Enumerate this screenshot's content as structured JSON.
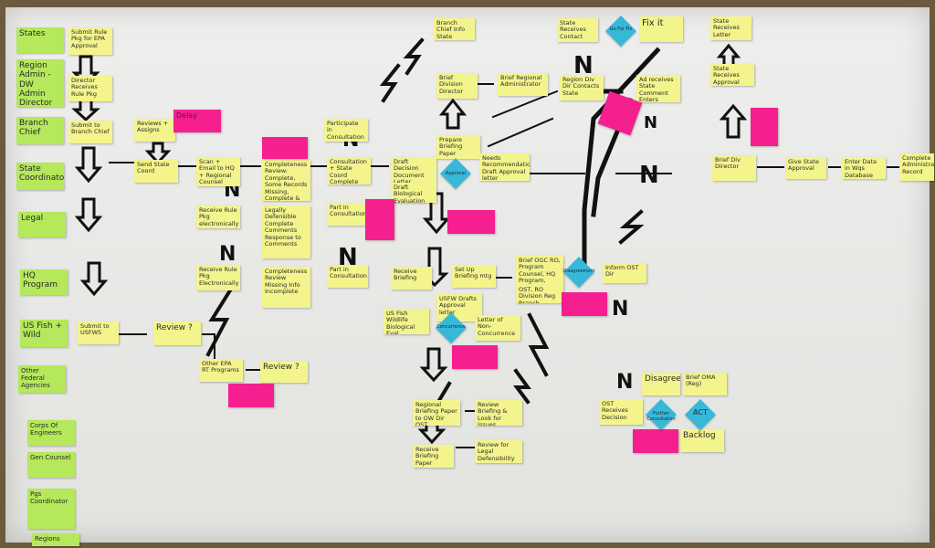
{
  "swimlanes": [
    "States",
    "Region Admin - DW Admin Director",
    "Branch Chief",
    "State Coordinator",
    "Legal",
    "HQ Program",
    "US Fish + Wild",
    "Other Federal Agencies",
    "Corps Of Engineers",
    "Gen Counsel",
    "Pgs Coordinator",
    "Regions"
  ],
  "process_notes": {
    "submit_rule": "Submit Rule Pkg for EPA Approval",
    "director_receives": "Director Receives Rule Pkg",
    "submit_branch_chief": "Submit to Branch Chief",
    "reviews_assigns": "Reviews + Assigns",
    "send_state_coord": "Send State Coord",
    "scan_email": "Scan + Email to HQ + Regional Counsel",
    "completeness_review": "Completeness Review: Complete, Some Records Missing, Complete & Ready for CA",
    "receive_rule_pkg": "Receive Rule Pkg electronically",
    "legally_defensible": "Legally Defensible Complete Comments Response to Comments",
    "receive_rule_electr": "Receive Rule Pkg Electronically",
    "completeness_review_2": "Completeness Review Missing Info Incomplete",
    "participate_consult": "Participate in Consultation",
    "consult_state": "Consultation + State Coord Complete Review",
    "part_consult": "Part in Consultation",
    "part_consult_2": "Part in Consultation",
    "draft_decision": "Draft Decision Document Letter",
    "draft_bio": "Draft Biological Evaluation",
    "branch_chief_info": "Branch Chief Info State",
    "brief_division": "Brief Division Director",
    "brief_regional": "Brief Regional Administrator",
    "prepare_briefing": "Prepare Briefing Paper",
    "approval_letter": "Needs Recommendation Draft Approval letter",
    "receive_briefing": "Receive Briefing",
    "set_up_briefing": "Set Up Briefing mtg",
    "usfw_bio_eval": "US Fish Wildlife Biological Eval",
    "usfw_approve": "USFW Drafts Approval letter",
    "letter_concurrence": "Letter of Non-Concurrence",
    "brief_ogc": "Brief OGC RO, Program Counsel, HQ Program, Stakeholders",
    "ost_decides": "OST, RO Division Reg Branch",
    "inform_ost": "Inform OST Dir",
    "state_receives": "State Receives Contact",
    "region_contacts": "Region Div Dir Contacts State",
    "fix_it": "Fix it",
    "ad_receives": "Ad receives State Comment Enters Record",
    "state_receives_letter": "State Receives Letter",
    "state_signs": "State Receives Approval letter",
    "brief_director": "Brief Div Director",
    "give_state": "Give State Approval",
    "enter_data": "Enter Data in Wqs Database",
    "complete_admin": "Complete Administrative Record",
    "submit_usfws": "Submit to USFWS",
    "review_q": "Review ?",
    "other_epa": "Other EPA RT Programs",
    "review_q2": "Review ?",
    "regional_brief": "Regional Briefing Paper to OW Dir OST",
    "review_briefing": "Review Briefing & Look for Issues",
    "receive_briefing_paper": "Receive Briefing Paper",
    "review_legal": "Review for Legal Defensibility",
    "ost_receives": "OST Receives Decision",
    "disagree": "Disagree",
    "brief_oma": "Brief OMA (Reg)",
    "backlog": "Backlog"
  },
  "decisions": {
    "fix_decision": "Go For Fix",
    "approval": "Approval",
    "concurrence": "Concurrence",
    "disagreement": "Disagreement",
    "further_consult": "Further Consultation",
    "act": "ACT"
  },
  "pink_notes": [
    "Delay",
    "",
    "",
    "",
    "",
    "",
    "",
    ""
  ],
  "colors": {
    "board": "#e8e9e6",
    "green_note": "#b5e85a",
    "yellow_note": "#f4f48c",
    "pink_note": "#f51f8f",
    "diamond": "#37b8d8",
    "tape": "#111111"
  }
}
